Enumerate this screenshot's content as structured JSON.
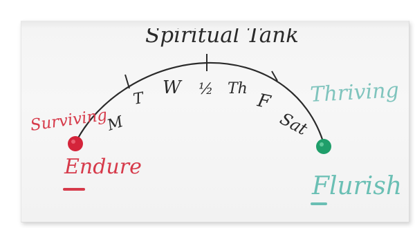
{
  "whiteboard": {
    "title": "Spiritual Tank",
    "left_state": "Surviving",
    "left_label": "Endure",
    "right_state": "Thriving",
    "right_label": "Flurish",
    "days": [
      "M",
      "T",
      "W",
      "½",
      "Th",
      "F",
      "Sat"
    ],
    "colors": {
      "marker_black": "#2a2a2a",
      "red": "#d63a4a",
      "teal": "#7fc4bd",
      "green_dot": "#1f9e6a",
      "red_dot": "#d4243a",
      "green_text": "#6abfb4"
    }
  }
}
